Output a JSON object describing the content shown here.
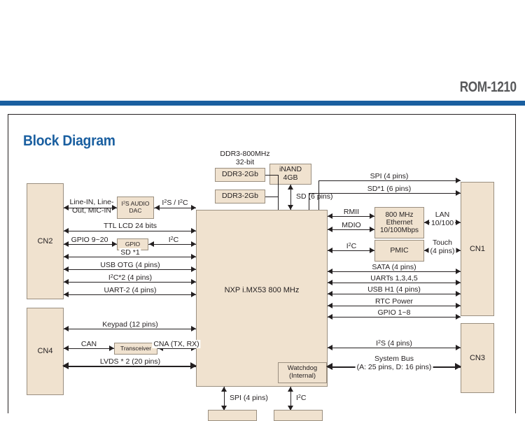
{
  "header": {
    "model": "ROM-1210",
    "rule_color": "#1a5fa0"
  },
  "section": {
    "title": "Block Diagram",
    "title_color": "#1a5fa0"
  },
  "theme": {
    "block_fill": "#f0e2cf",
    "block_border": "#9a8f80",
    "line_color": "#231f20"
  },
  "blocks": {
    "soc": "NXP i.MX53 800 MHz",
    "watchdog": "Watchdog\n(Internal)",
    "watchdog_l1": "Watchdog",
    "watchdog_l2": "(Internal)",
    "ddr_caption_l1": "DDR3-800MHz",
    "ddr_caption_l2": "32-bit",
    "ddr1": "DDR3-2Gb",
    "ddr2": "DDR3-2Gb",
    "inand_l1": "iNAND",
    "inand_l2": "4GB",
    "audio_dac_l1": "I²S AUDIO",
    "audio_dac_l2": "DAC",
    "gpio": "GPIO",
    "transceiver": "Transceiver",
    "ethernet_l1": "800 MHz",
    "ethernet_l2": "Ethernet",
    "ethernet_l3": "10/100Mbps",
    "pmic": "PMIC"
  },
  "connectors": {
    "cn1": "CN1",
    "cn2": "CN2",
    "cn3": "CN3",
    "cn4": "CN4"
  },
  "left_signals": [
    {
      "label_l1": "Line-IN, Line-",
      "label_l2": "Out, MIC-IN"
    },
    {
      "label": "TTL LCD 24 bits"
    },
    {
      "label": "GPIO 9~20"
    },
    {
      "label": "SD *1"
    },
    {
      "label": "USB OTG (4 pins)"
    },
    {
      "label": "I²C*2 (4 pins)"
    },
    {
      "label": "UART-2 (4 pins)"
    },
    {
      "label": "Keypad (12 pins)"
    },
    {
      "label": "CAN"
    },
    {
      "label": "CNA (TX, RX)"
    },
    {
      "label": "LVDS * 2 (20 pins)"
    }
  ],
  "mid_signals": {
    "i2s_i2c": "I²S / I²C",
    "i2c": "I²C",
    "sd6": "SD (6 pins)",
    "spi_bottom": "SPI (4 pins)",
    "i2c_bottom": "I²C"
  },
  "right_signals": {
    "spi": "SPI (4 pins)",
    "sd1": "SD*1 (6 pins)",
    "rmii": "RMII",
    "mdio": "MDIO",
    "i2c": "I²C",
    "lan_l1": "LAN",
    "lan_l2": "10/100",
    "touch_l1": "Touch",
    "touch_l2": "(4 pins)",
    "sata": "SATA (4 pins)",
    "uarts": "UARTs 1,3,4,5",
    "usbh1": "USB H1 (4 pins)",
    "rtc": "RTC Power",
    "gpio": "GPIO 1~8",
    "i2s4": "I²S (4 pins)",
    "sysbus_l1": "System Bus",
    "sysbus_l2": "(A: 25 pins, D: 16 pins)"
  }
}
